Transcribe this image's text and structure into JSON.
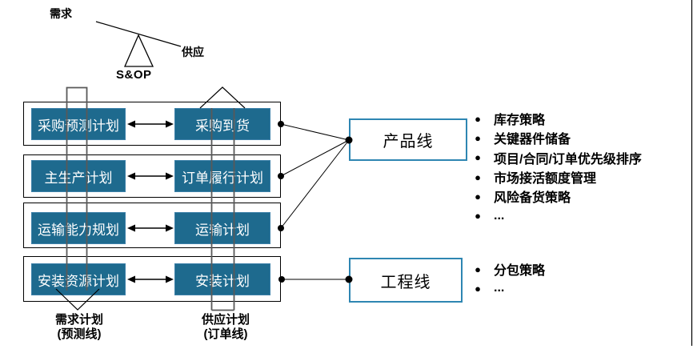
{
  "balance": {
    "demand_label": "需求",
    "supply_label": "供应",
    "caption": "S&OP"
  },
  "plan_rows": [
    {
      "left": "采购预测计划",
      "right": "采购到货"
    },
    {
      "left": "主生产计划",
      "right": "订单履行计划"
    },
    {
      "left": "运输能力规划",
      "right": "运输计划"
    },
    {
      "left": "安装资源计划",
      "right": "安装计划"
    }
  ],
  "lines": {
    "product": {
      "label": "产品线",
      "bullets": [
        "库存策略",
        "关键器件储备",
        "项目/合同/订单优先级排序",
        "市场接活额度管理",
        "风险备货策略",
        "..."
      ]
    },
    "engineering": {
      "label": "工程线",
      "bullets": [
        "分包策略",
        "..."
      ]
    }
  },
  "legends": {
    "demand_plan": {
      "title": "需求计划",
      "subtitle": "(预测线)"
    },
    "supply_plan": {
      "title": "供应计划",
      "subtitle": "(订单线)"
    }
  },
  "colors": {
    "plan_box_fill": "#1E6A8E",
    "plan_box_border": "#3C80A8",
    "line_box_border": "#2E86B2",
    "channel_gray": "#595959",
    "line_black": "#000000"
  }
}
